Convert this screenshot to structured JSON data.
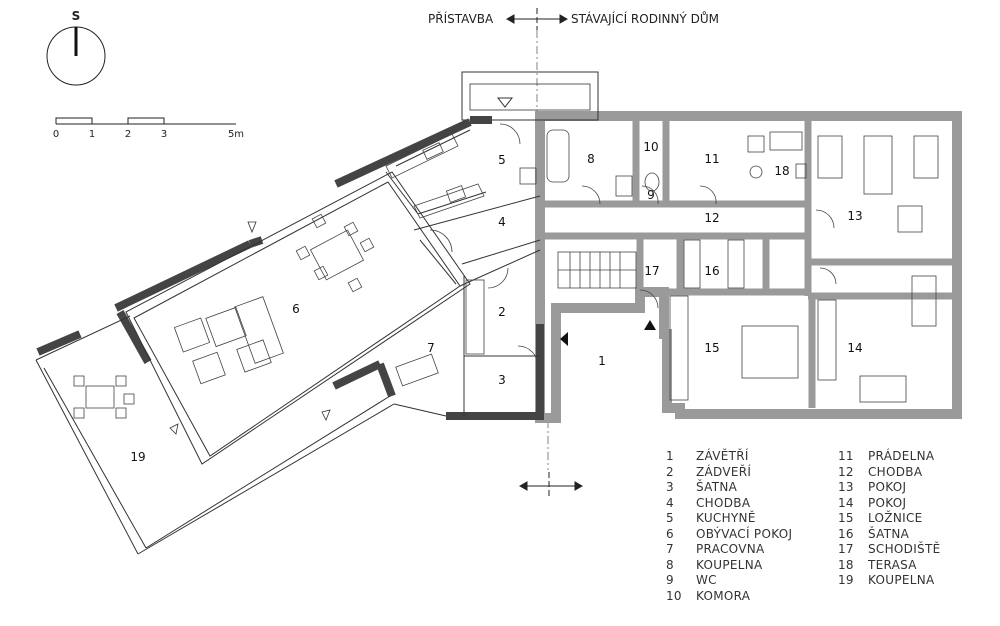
{
  "north_label": "S",
  "header": {
    "left": "PŘÍSTAVBA",
    "right": "STÁVAJÍCÍ RODINNÝ DŮM"
  },
  "scale": {
    "ticks": [
      "0",
      "1",
      "2",
      "3",
      "5m"
    ]
  },
  "rooms": {
    "r1": "1",
    "r2": "2",
    "r3": "3",
    "r4": "4",
    "r5": "5",
    "r6": "6",
    "r7": "7",
    "r8": "8",
    "r9": "9",
    "r10": "10",
    "r11": "11",
    "r12": "12",
    "r13": "13",
    "r14": "14",
    "r15": "15",
    "r16": "16",
    "r17": "17",
    "r18": "18",
    "r19": "19"
  },
  "legend": {
    "left": [
      {
        "num": "1",
        "name": "ZÁVĚTŘÍ"
      },
      {
        "num": "2",
        "name": "ZÁDVEŘÍ"
      },
      {
        "num": "3",
        "name": "ŠATNA"
      },
      {
        "num": "4",
        "name": "CHODBA"
      },
      {
        "num": "5",
        "name": "KUCHYNĚ"
      },
      {
        "num": "6",
        "name": "OBÝVACÍ POKOJ"
      },
      {
        "num": "7",
        "name": "PRACOVNA"
      },
      {
        "num": "8",
        "name": "KOUPELNA"
      },
      {
        "num": "9",
        "name": "WC"
      },
      {
        "num": "10",
        "name": "KOMORA"
      }
    ],
    "right": [
      {
        "num": "11",
        "name": "PRÁDELNA"
      },
      {
        "num": "12",
        "name": "CHODBA"
      },
      {
        "num": "13",
        "name": "POKOJ"
      },
      {
        "num": "14",
        "name": "POKOJ"
      },
      {
        "num": "15",
        "name": "LOŽNICE"
      },
      {
        "num": "16",
        "name": "ŠATNA"
      },
      {
        "num": "17",
        "name": "SCHODIŠTĚ"
      },
      {
        "num": "18",
        "name": "TERASA"
      },
      {
        "num": "19",
        "name": "KOUPELNA"
      }
    ]
  }
}
